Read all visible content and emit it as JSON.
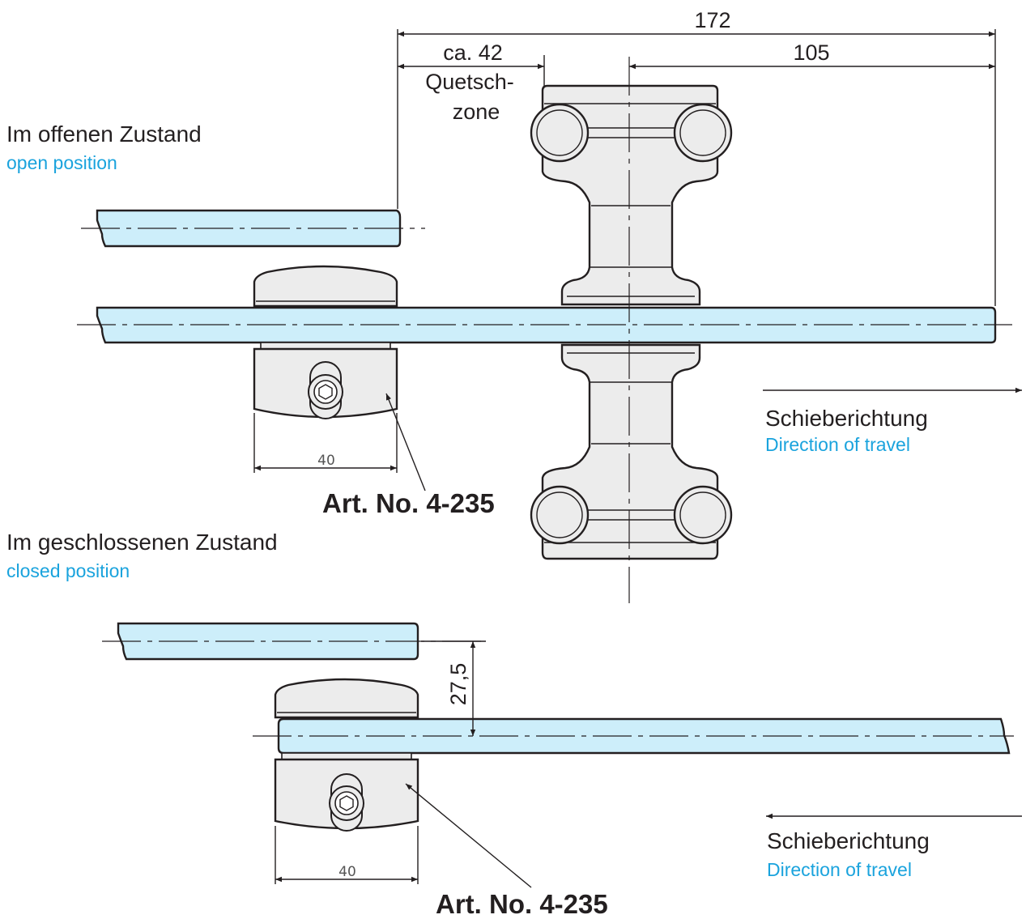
{
  "labels": {
    "open_de": "Im offenen Zustand",
    "open_en": "open position",
    "closed_de": "Im geschlossenen Zustand",
    "closed_en": "closed position",
    "travel_de_1": "Schieberichtung",
    "travel_en_1": "Direction of travel",
    "travel_de_2": "Schieberichtung",
    "travel_en_2": "Direction of travel",
    "art_1": "Art. No. 4-235",
    "art_2": "Art. No. 4-235"
  },
  "dimensions": {
    "total": "172",
    "right": "105",
    "crush_value": "ca. 42",
    "crush_label_1": "Quetsch-",
    "crush_label_2": "zone",
    "width_1": "40",
    "width_2": "40",
    "offset": "27,5"
  },
  "colors": {
    "glass": "#cdeefa",
    "metal": "#ececec",
    "line": "#231f20",
    "english_text": "#1aa3dd"
  }
}
